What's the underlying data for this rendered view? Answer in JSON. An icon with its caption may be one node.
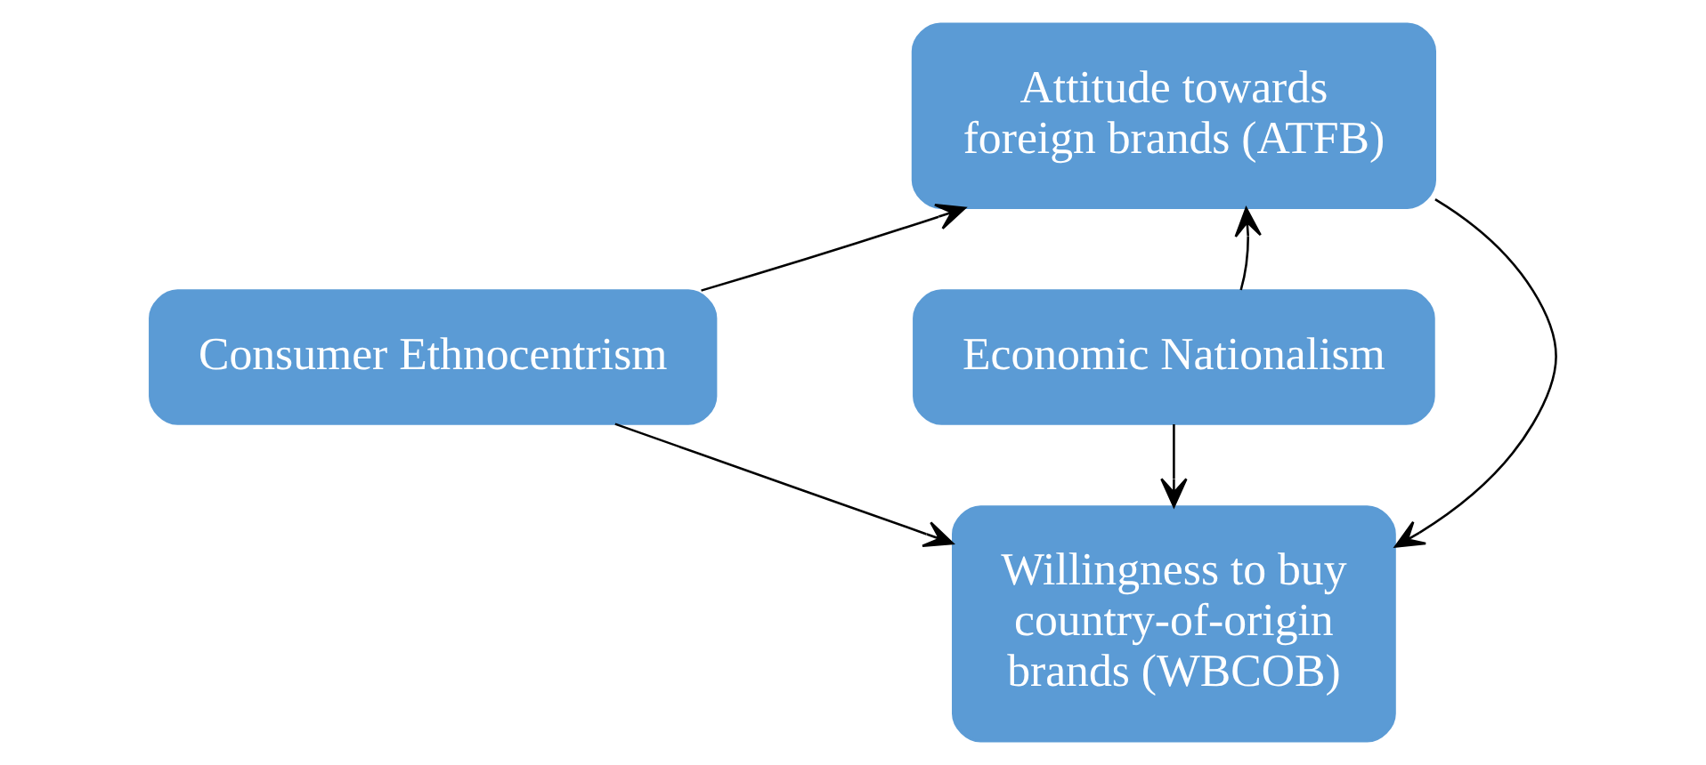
{
  "diagram": {
    "nodes": [
      {
        "text": [
          "Attitude towards foreign brands (ATFB)"
        ]
      },
      {
        "text": [
          "Consumer Ethnocentrism"
        ]
      },
      {
        "text": [
          "Economic Nationalism"
        ]
      },
      {
        "text": [
          "Willingness to buy country-of-origin brands (WBCOB)"
        ]
      }
    ],
    "edges": [
      {
        "from": 1,
        "to": 0,
        "arrow": "to"
      },
      {
        "from": 2,
        "to": 0,
        "arrow": "to"
      },
      {
        "from": 0,
        "to": 3,
        "arrow": "to"
      },
      {
        "from": 1,
        "to": 3,
        "arrow": "to"
      },
      {
        "from": 2,
        "to": 3,
        "arrow": "to"
      }
    ]
  }
}
